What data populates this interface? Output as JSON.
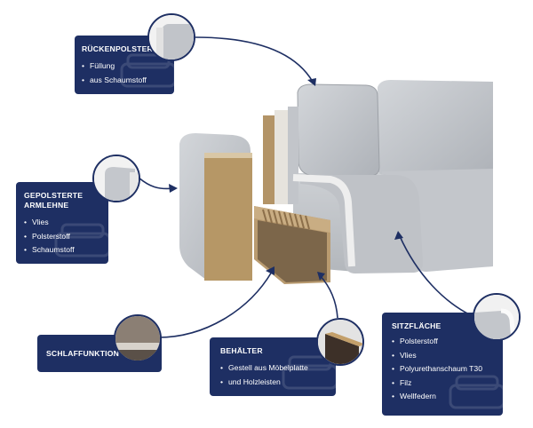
{
  "colors": {
    "navy": "#1e2f63",
    "fabric": "#c6c9ce",
    "fabric_dark": "#a9adb3",
    "wood": "#b79a72",
    "background": "#ffffff"
  },
  "callouts": {
    "backrest": {
      "title": "RÜCKENPOLSTER",
      "items": [
        "Füllung",
        "aus Schaumstoff"
      ]
    },
    "armrest": {
      "title_line1": "GEPOLSTERTE",
      "title_line2": "ARMLEHNE",
      "items": [
        "Vlies",
        "Polsterstoff",
        "Schaumstoff"
      ]
    },
    "sleep_function": {
      "title": "SCHLAFFUNKTION"
    },
    "storage": {
      "title": "BEHÄLTER",
      "items": [
        "Gestell aus Möbelplatte",
        "und Holzleisten"
      ]
    },
    "seat": {
      "title": "SITZFLÄCHE",
      "items": [
        "Polsterstoff",
        "Vlies",
        "Polyurethanschaum T30",
        "Filz",
        "Wellfedern"
      ]
    }
  }
}
